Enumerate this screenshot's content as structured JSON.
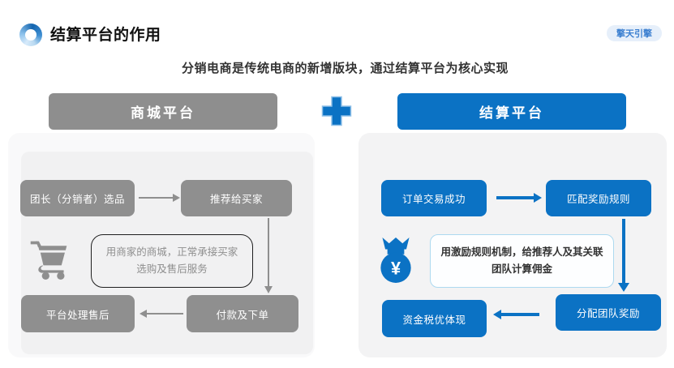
{
  "slide": {
    "title": "结算平台的作用",
    "badge": "擎天引擎",
    "subtitle": "分销电商是传统电商的新增版块，通过结算平台为核心实现",
    "plus_symbol": "+"
  },
  "mall_platform": {
    "header": "商城平台",
    "select_box": "团长（分销者）选品",
    "recommend_box": "推荐给买家",
    "note": "用商家的商城，正常承接买家选购及售后服务",
    "pay_box": "付款及下单",
    "aftersale_box": "平台处理售后"
  },
  "settlement_platform": {
    "header": "结算平台",
    "order_box": "订单交易成功",
    "match_box": "匹配奖励规则",
    "note": "用激励规则机制，给推荐人及其关联团队计算佣金",
    "distribute_box": "分配团队奖励",
    "tax_box": "资金税优体现",
    "currency_symbol": "¥"
  },
  "colors": {
    "accent_blue": "#0b72c4",
    "box_gray": "#8f8f8f",
    "badge_text": "#3b7fd0",
    "badge_bg": "#e6effa"
  }
}
